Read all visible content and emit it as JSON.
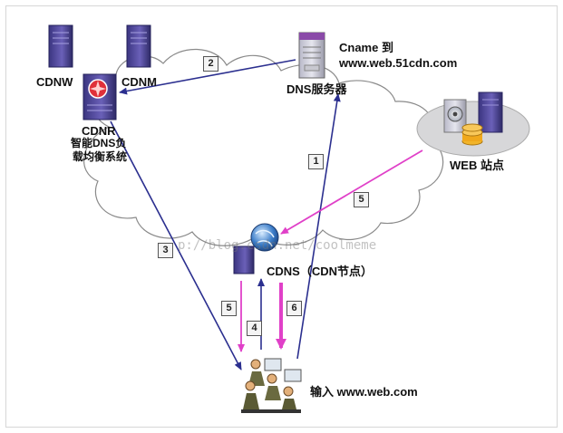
{
  "nodes": {
    "cdnw": "CDNW",
    "cdnm": "CDNM",
    "cdnr_title": "CDNR",
    "cdnr_desc1": "智能DNS负",
    "cdnr_desc2": "载均衡系统",
    "dns_server": "DNS服务器",
    "cname_line1": "Cname 到",
    "cname_line2": "www.web.51cdn.com",
    "web_site": "WEB 站点",
    "cdns": "CDNS（CDN节点）",
    "user_input": "输入 www.web.com"
  },
  "steps": {
    "s1": "1",
    "s2": "2",
    "s3": "3",
    "s4": "4",
    "s5a": "5",
    "s5b": "5",
    "s6": "6"
  },
  "watermark": "p://blog.csdn.net/coolmeme",
  "colors": {
    "blue_arrow": "#2b2f8f",
    "magenta_arrow": "#e040c8",
    "server_purple": "#5a4fa0",
    "cloud_fill": "#ffffff"
  }
}
